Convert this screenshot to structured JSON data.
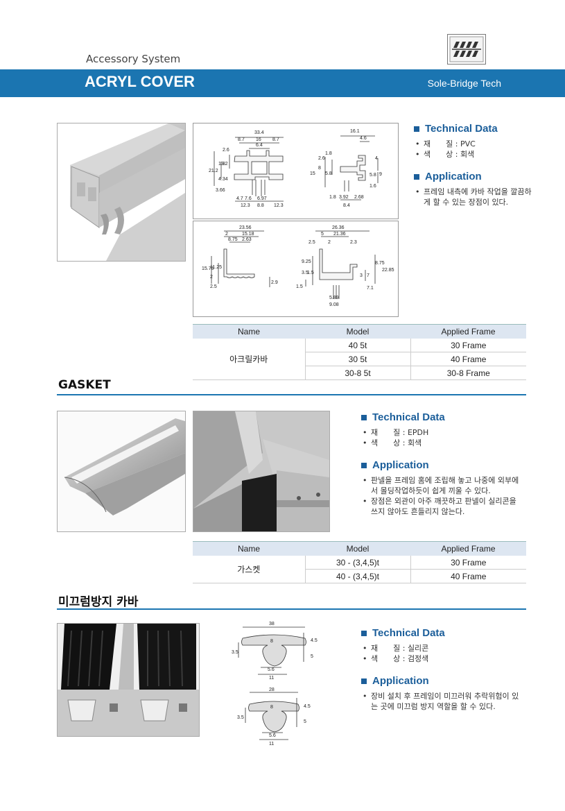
{
  "header": {
    "subtitle": "Accessory System",
    "title": "ACRYL COVER",
    "company": "Sole-Bridge Tech"
  },
  "acryl": {
    "tech_title": "Technical Data",
    "tech_items": [
      "재　　질 : PVC",
      "색　　상 : 회색"
    ],
    "app_title": "Application",
    "app_items": [
      "프레임 내측에 카바 작업을 깔끔하게 할 수 있는 장점이 있다."
    ],
    "table": {
      "headers": [
        "Name",
        "Model",
        "Applied Frame"
      ],
      "name": "아크릴카바",
      "rows": [
        [
          "40  5t",
          "30 Frame"
        ],
        [
          "30  5t",
          "40 Frame"
        ],
        [
          "30-8  5t",
          "30-8 Frame"
        ]
      ]
    },
    "dims1": [
      "33.4",
      "8.7",
      "16",
      "8.7",
      "6.4",
      "2.6",
      "8",
      "13.2",
      "21.2",
      "4.34",
      "3.66",
      "4.7",
      "7.6",
      "6.97",
      "12.3",
      "8.8",
      "12.3"
    ],
    "dims2": [
      "16.1",
      "4.6",
      "4",
      "1.8",
      "2.6",
      "15",
      "8",
      "5.8",
      "9",
      "5.8",
      "1.6",
      "1.8",
      "3.92",
      "2.68",
      "8.4"
    ],
    "dims3": [
      "23.56",
      "2",
      "15.18",
      "8.75",
      "2.63",
      "15.75",
      "11.25",
      "2",
      "2.5",
      "2.9"
    ],
    "dims4": [
      "26.36",
      "5",
      "21.36",
      "2.5",
      "2",
      "2.3",
      "9.25",
      "3.5",
      "1.5",
      "8.75",
      "22.85",
      "3",
      "7",
      "7.1",
      "1.5",
      "5.89",
      "9.08"
    ]
  },
  "gasket": {
    "section_title": "GASKET",
    "tech_title": "Technical Data",
    "tech_items": [
      "재　　질 : EPDH",
      "색　　상 : 회색"
    ],
    "app_title": "Application",
    "app_items": [
      "판넬을 프레임 홈에 조립해 놓고 나중에 외부에서 몰딩작업하듯이 쉽게 끼울 수 있다.",
      "장점은 외관이 아주 깨끗하고 판넬이 실리콘을 쓰지 않아도 흔들리지 않는다."
    ],
    "table": {
      "headers": [
        "Name",
        "Model",
        "Applied Frame"
      ],
      "name": "가스켓",
      "rows": [
        [
          "30 - (3,4,5)t",
          "30 Frame"
        ],
        [
          "40 - (3,4,5)t",
          "40 Frame"
        ]
      ]
    }
  },
  "antislip": {
    "section_title": "미끄럼방지 카바",
    "tech_title": "Technical Data",
    "tech_items": [
      "재　　질 : 실리콘",
      "색　　상 : 검정색"
    ],
    "app_title": "Application",
    "app_items": [
      "장비 설치 후 프레임이 미끄러워 추락위험이 있는 곳에 미끄럼 방지 역할을 할 수 있다."
    ],
    "dims_a": [
      "38",
      "8",
      "4.5",
      "3.5",
      "5",
      "5.6",
      "11"
    ],
    "dims_b": [
      "28",
      "8",
      "4.5",
      "3.5",
      "5",
      "5.6",
      "11"
    ]
  }
}
